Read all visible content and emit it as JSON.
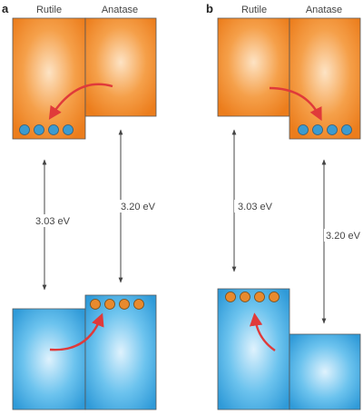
{
  "panels": [
    {
      "letter": "a",
      "left_label": "Rutile",
      "right_label": "Anatase",
      "gap_left": "3.03 eV",
      "gap_right": "3.20 eV"
    },
    {
      "letter": "b",
      "left_label": "Rutile",
      "right_label": "Anatase",
      "gap_left": "3.03 eV",
      "gap_right": "3.20 eV"
    }
  ],
  "colors": {
    "conduction_band": "#f08a28",
    "valence_band": "#3aa3dc",
    "electron": "#3c9bd0",
    "hole": "#e88a2e",
    "transfer_arrow": "#e03a3a",
    "gap_arrow": "#444444"
  }
}
